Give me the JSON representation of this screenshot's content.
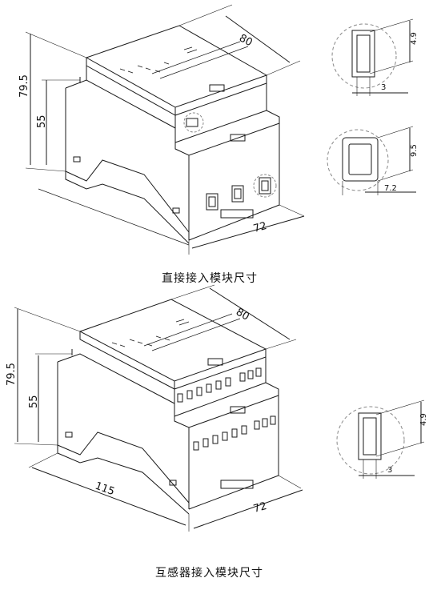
{
  "top": {
    "caption": "直接接入模块尺寸",
    "dims": {
      "height_total": "79.5",
      "height_step": "55",
      "depth": "80",
      "width": "72"
    },
    "detail_a": {
      "h": "4.9",
      "w": "3"
    },
    "detail_b": {
      "h": "9.5",
      "w": "7.2"
    }
  },
  "bottom": {
    "caption": "互感器接入模块尺寸",
    "dims": {
      "height_total": "79.5",
      "height_step": "55",
      "depth": "80",
      "length": "115",
      "width": "72"
    },
    "detail_a": {
      "h": "4.9",
      "w": "3"
    }
  },
  "colors": {
    "line": "#1a1a1a",
    "dashed": "#888888"
  }
}
